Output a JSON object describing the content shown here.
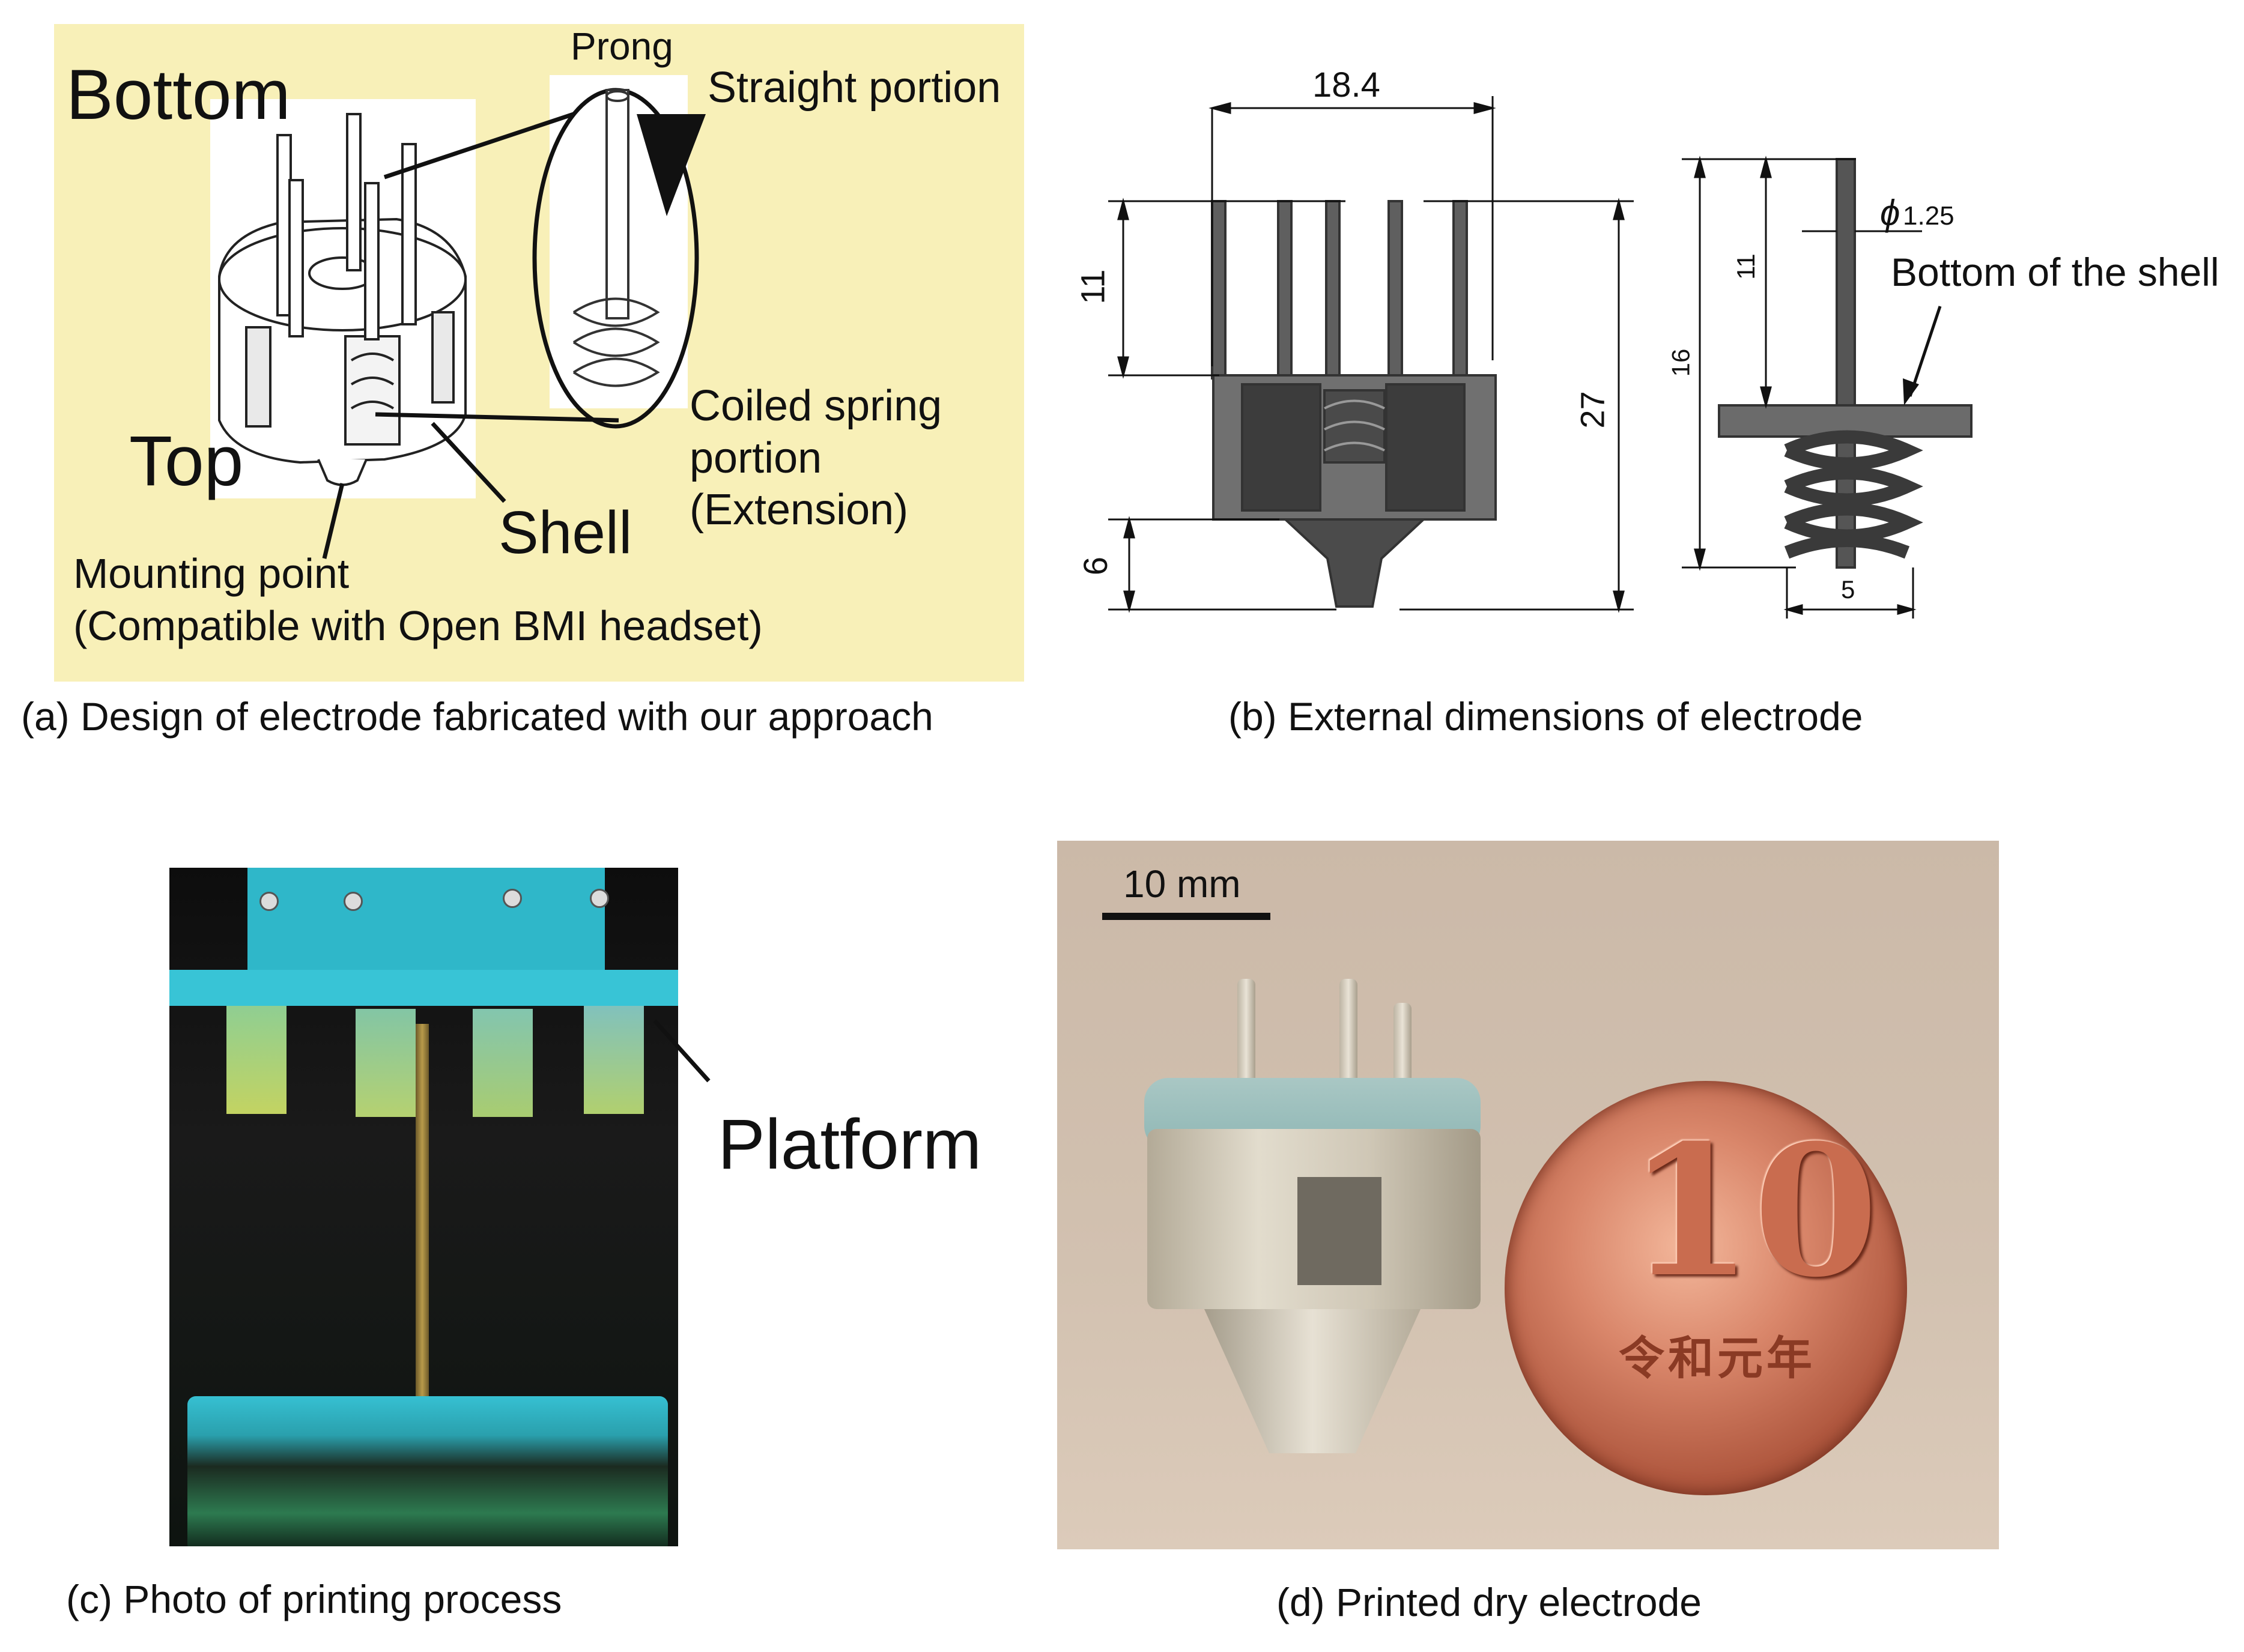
{
  "panel_a": {
    "label_bottom": "Bottom",
    "label_top": "Top",
    "label_prong": "Prong",
    "label_straight": "Straight portion",
    "label_spring_1": "Coiled spring",
    "label_spring_2": "portion",
    "label_spring_3": "(Extension)",
    "label_shell": "Shell",
    "label_mount_1": "Mounting point",
    "label_mount_2": "(Compatible with Open BMI headset)",
    "caption": "(a) Design of electrode fabricated with our approach",
    "background_color": "#f8f0b8"
  },
  "panel_b": {
    "dim_width": "18.4",
    "dim_prong_height": "11",
    "dim_total_height": "27",
    "dim_cone_height": "6",
    "dim_diameter_symbol": "ϕ",
    "dim_diameter": "1.25",
    "dim_prong_length": "11",
    "dim_prong_total": "16",
    "dim_spring_width": "5",
    "label_bottom_shell": "Bottom of the shell",
    "caption": "(b) External dimensions of electrode"
  },
  "panel_c": {
    "label_platform": "Platform",
    "caption": "(c) Photo of printing process"
  },
  "panel_d": {
    "scale_label": "10 mm",
    "coin_value": "10",
    "coin_inscription": "令和元年",
    "caption": "(d) Printed dry electrode"
  }
}
